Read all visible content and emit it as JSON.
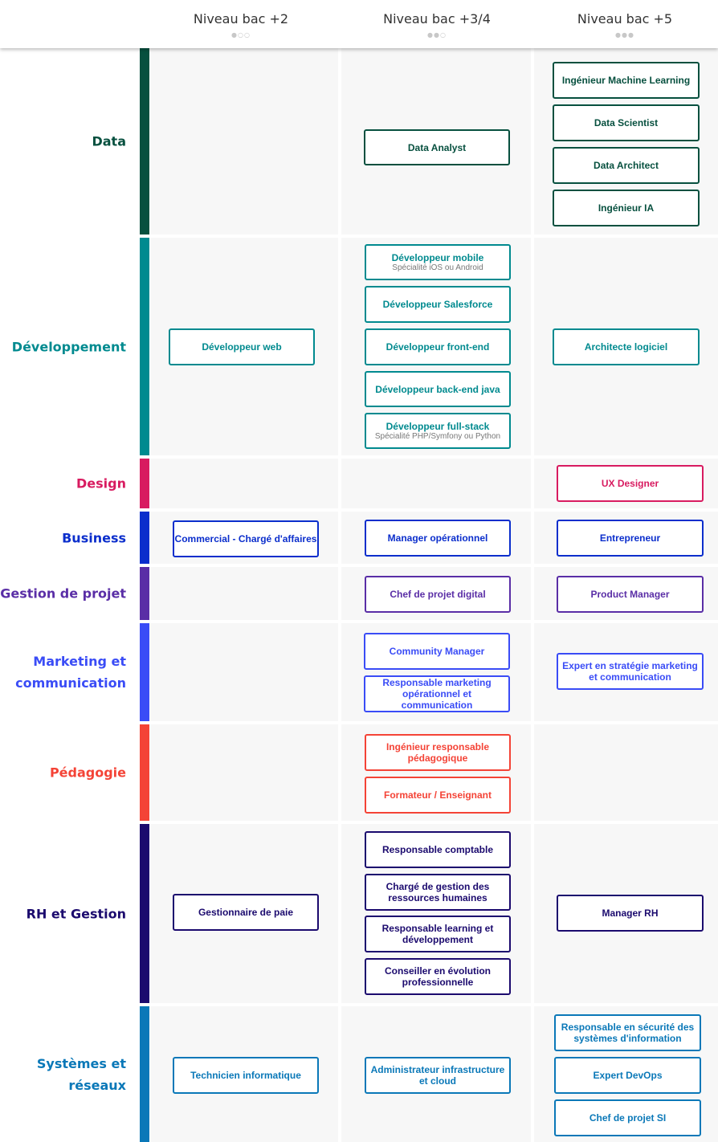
{
  "levels": [
    {
      "label": "Niveau bac +2",
      "dots": "●○○"
    },
    {
      "label": "Niveau bac +3/4",
      "dots": "●●○"
    },
    {
      "label": "Niveau bac +5",
      "dots": "●●●"
    }
  ],
  "sections": [
    {
      "label": "Data",
      "color": "#07503f",
      "cards": [
        {
          "col": 2,
          "title": "Data Analyst"
        },
        {
          "col": 3,
          "title": "Ingénieur Machine Learning"
        },
        {
          "col": 3,
          "title": "Data Scientist"
        },
        {
          "col": 3,
          "title": "Data Architect"
        },
        {
          "col": 3,
          "title": "Ingénieur IA"
        }
      ]
    },
    {
      "label": "Développement",
      "color": "#008a8f",
      "cards": [
        {
          "col": 1,
          "title": "Développeur web"
        },
        {
          "col": 2,
          "title": "Développeur mobile",
          "subtitle": "Spécialité iOS ou Android"
        },
        {
          "col": 2,
          "title": "Développeur Salesforce"
        },
        {
          "col": 2,
          "title": "Développeur front-end"
        },
        {
          "col": 2,
          "title": "Développeur back-end java"
        },
        {
          "col": 2,
          "title": "Développeur full-stack",
          "subtitle": "Spécialité PHP/Symfony ou Python"
        },
        {
          "col": 3,
          "title": "Architecte logiciel"
        }
      ]
    },
    {
      "label": "Design",
      "color": "#d81b60",
      "cards": [
        {
          "col": 3,
          "title": "UX Designer"
        }
      ]
    },
    {
      "label": "Business",
      "color": "#0b2ecc",
      "cards": [
        {
          "col": 1,
          "title": "Commercial - Chargé d'affaires"
        },
        {
          "col": 2,
          "title": "Manager opérationnel"
        },
        {
          "col": 3,
          "title": "Entrepreneur"
        }
      ]
    },
    {
      "label": "Gestion de projet",
      "color": "#5a2ea6",
      "cards": [
        {
          "col": 2,
          "title": "Chef de projet digital"
        },
        {
          "col": 3,
          "title": "Product Manager"
        }
      ]
    },
    {
      "label": "Marketing et communication",
      "color": "#3a4cf6",
      "cards": [
        {
          "col": 2,
          "title": "Community Manager"
        },
        {
          "col": 2,
          "title": "Responsable marketing opérationnel et communication"
        },
        {
          "col": 3,
          "title": "Expert en stratégie marketing et communication"
        }
      ]
    },
    {
      "label": "Pédagogie",
      "color": "#f44336",
      "cards": [
        {
          "col": 2,
          "title": "Ingénieur responsable pédagogique"
        },
        {
          "col": 2,
          "title": "Formateur / Enseignant"
        }
      ]
    },
    {
      "label": "RH et Gestion",
      "color": "#1b0a6e",
      "cards": [
        {
          "col": 1,
          "title": "Gestionnaire de paie"
        },
        {
          "col": 2,
          "title": "Responsable comptable"
        },
        {
          "col": 2,
          "title": "Chargé de gestion des ressources humaines"
        },
        {
          "col": 2,
          "title": "Responsable learning et développement"
        },
        {
          "col": 2,
          "title": "Conseiller en évolution professionnelle"
        },
        {
          "col": 3,
          "title": "Manager RH"
        }
      ]
    },
    {
      "label": "Systèmes et réseaux",
      "color": "#0a78b8",
      "cards": [
        {
          "col": 1,
          "title": "Technicien informatique"
        },
        {
          "col": 2,
          "title": "Administrateur infrastructure et cloud"
        },
        {
          "col": 3,
          "title": "Responsable en sécurité des systèmes d'information"
        },
        {
          "col": 3,
          "title": "Expert DevOps"
        },
        {
          "col": 3,
          "title": "Chef de projet SI"
        }
      ]
    }
  ]
}
